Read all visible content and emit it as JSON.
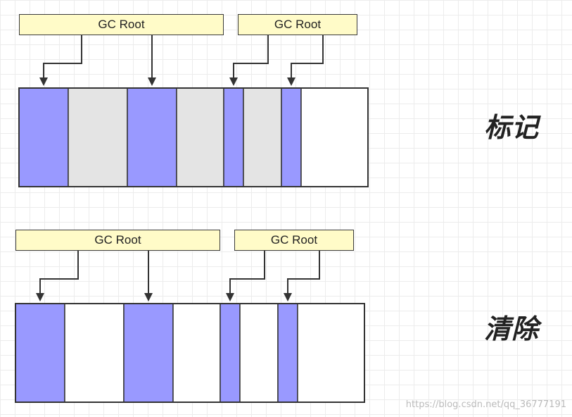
{
  "colors": {
    "reachable": "#9999ff",
    "unreachable": "#e4e4e4",
    "free": "#ffffff",
    "root_fill": "#fffbc8",
    "stroke": "#333333"
  },
  "phases": [
    {
      "label": "标记",
      "roots": [
        {
          "label": "GC Root",
          "points_to": [
            0,
            2
          ]
        },
        {
          "label": "GC Root",
          "points_to": [
            4,
            6
          ]
        }
      ],
      "blocks": [
        "reachable",
        "unreachable",
        "reachable",
        "unreachable",
        "reachable",
        "unreachable",
        "reachable",
        "free"
      ]
    },
    {
      "label": "清除",
      "roots": [
        {
          "label": "GC Root",
          "points_to": [
            0,
            2
          ]
        },
        {
          "label": "GC Root",
          "points_to": [
            4,
            6
          ]
        }
      ],
      "blocks": [
        "reachable",
        "free",
        "reachable",
        "free",
        "reachable",
        "free",
        "reachable",
        "free"
      ]
    }
  ],
  "watermark": "https://blog.csdn.net/qq_36777191"
}
